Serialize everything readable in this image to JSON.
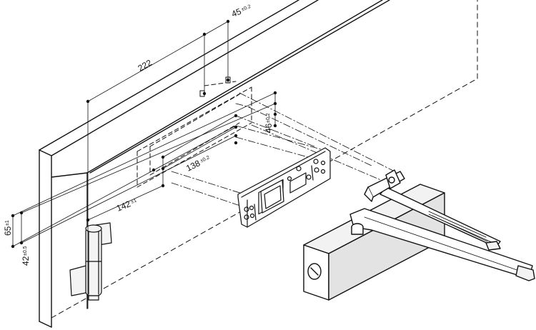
{
  "dimensions": {
    "d222": {
      "value": "222",
      "tol": ""
    },
    "d45": {
      "value": "45",
      "tol": "±0.2"
    },
    "d138": {
      "value": "138",
      "tol": "±0.2"
    },
    "d46": {
      "value": "46",
      "tol": "±0.2"
    },
    "d142": {
      "value": "142",
      "tol": "±1"
    },
    "d65": {
      "value": "65",
      "tol": "±1"
    },
    "d42": {
      "value": "42",
      "tol": "±0.5"
    }
  },
  "colors": {
    "line": "#111111",
    "body": "#f2f2f2",
    "body_shade": "#e3e3e3",
    "background": "#ffffff"
  }
}
